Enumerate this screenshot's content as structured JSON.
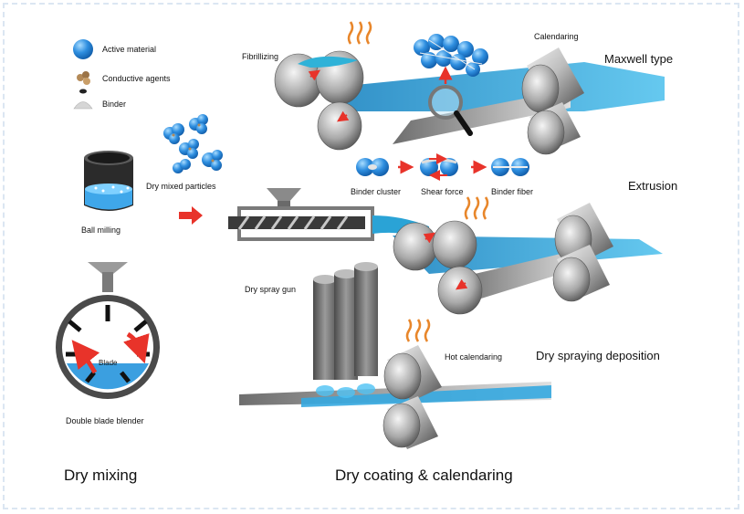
{
  "legend": {
    "active_material": "Active material",
    "conductive_agents": "Conductive agents",
    "binder": "Binder"
  },
  "dry_mixing": {
    "dry_mixed_particles": "Dry mixed particles",
    "ball_milling": "Ball milling",
    "blade": "Blade",
    "double_blade_blender": "Double blade blender",
    "title": "Dry mixing"
  },
  "coating": {
    "fibrillizing": "Fibrillizing",
    "calendaring": "Calendaring",
    "maxwell_type": "Maxwell type",
    "binder_cluster": "Binder cluster",
    "shear_force": "Shear force",
    "binder_fiber": "Binder fiber",
    "extrusion": "Extrusion",
    "dry_spray_gun": "Dry spray gun",
    "hot_calendaring": "Hot calendaring",
    "dry_spraying_deposition": "Dry spraying deposition",
    "title": "Dry coating & calendaring"
  },
  "colors": {
    "active_blue": "#2f8fe0",
    "film_blue": "#2aa3d6",
    "roller_gray": "#9a9a9a",
    "arrow_red": "#e8332a",
    "heat_orange": "#e8862a",
    "frame_dash": "#dbe6f2"
  }
}
